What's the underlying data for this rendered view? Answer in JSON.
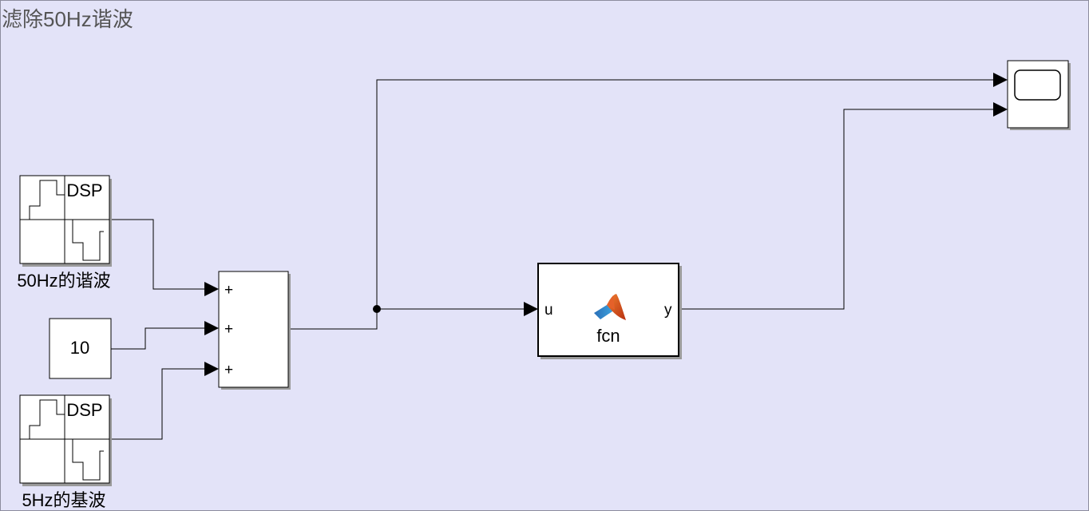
{
  "model": {
    "title": "滤除50Hz谐波"
  },
  "blocks": {
    "sine_50hz": {
      "icon_text": "DSP",
      "label": "50Hz的谐波"
    },
    "sine_5hz": {
      "icon_text": "DSP",
      "label": "5Hz的基波"
    },
    "constant": {
      "value": "10"
    },
    "sum": {
      "signs": [
        "+",
        "+",
        "+"
      ]
    },
    "matlab_fcn": {
      "name": "fcn",
      "input_port": "u",
      "output_port": "y",
      "icon": "matlab-logo-icon"
    },
    "scope": {
      "icon": "scope-display-icon"
    }
  },
  "colors": {
    "canvas_background": "#e3e3f8",
    "block_fill": "#ffffff",
    "line": "#000000"
  }
}
